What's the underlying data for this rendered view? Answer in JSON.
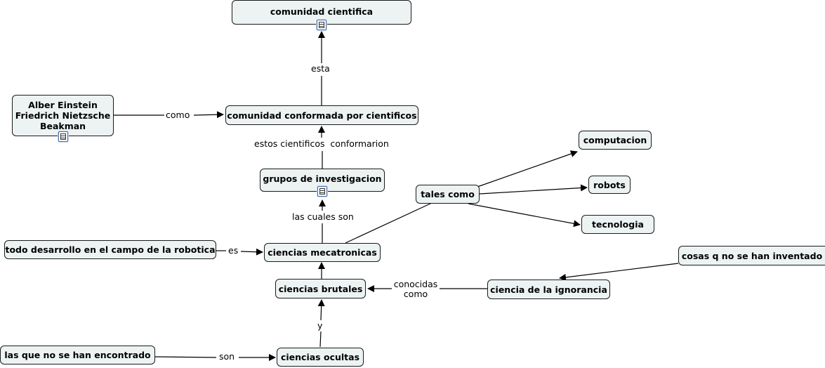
{
  "nodes": {
    "comunidad_cientifica": "comunidad cientifica",
    "comunidad_conformada": "comunidad conformada por cientificos",
    "cientificos_line1": "Alber Einstein",
    "cientificos_line2": "Friedrich Nietzsche",
    "cientificos_line3": "Beakman",
    "grupos": "grupos de investigacion",
    "computacion": "computacion",
    "robots": "robots",
    "tecnologia": "tecnologia",
    "tales_como": "tales como",
    "desarrollo": "todo desarrollo en el campo de la robotica",
    "mecatronicas": "ciencias mecatronicas",
    "cosas": "cosas q no se han inventado",
    "brutales": "ciencias brutales",
    "ignorancia": "ciencia de la ignorancia",
    "no_encontrado": "las que no se han encontrado",
    "ocultas": "ciencias ocultas"
  },
  "links": {
    "esta": "esta",
    "como": "como",
    "estos_cientificos": "estos cientificos  conformarion",
    "las_cuales_son": "las cuales son",
    "es": "es",
    "conocidas_line1": "conocidas",
    "conocidas_line2": "como",
    "y": "y",
    "son": "son"
  },
  "icons": [
    "document-icon",
    "document-icon",
    "document-icon"
  ],
  "colors": {
    "node_fill": "#edf3f3",
    "node_border": "#1a1a1a",
    "line": "#000000"
  }
}
